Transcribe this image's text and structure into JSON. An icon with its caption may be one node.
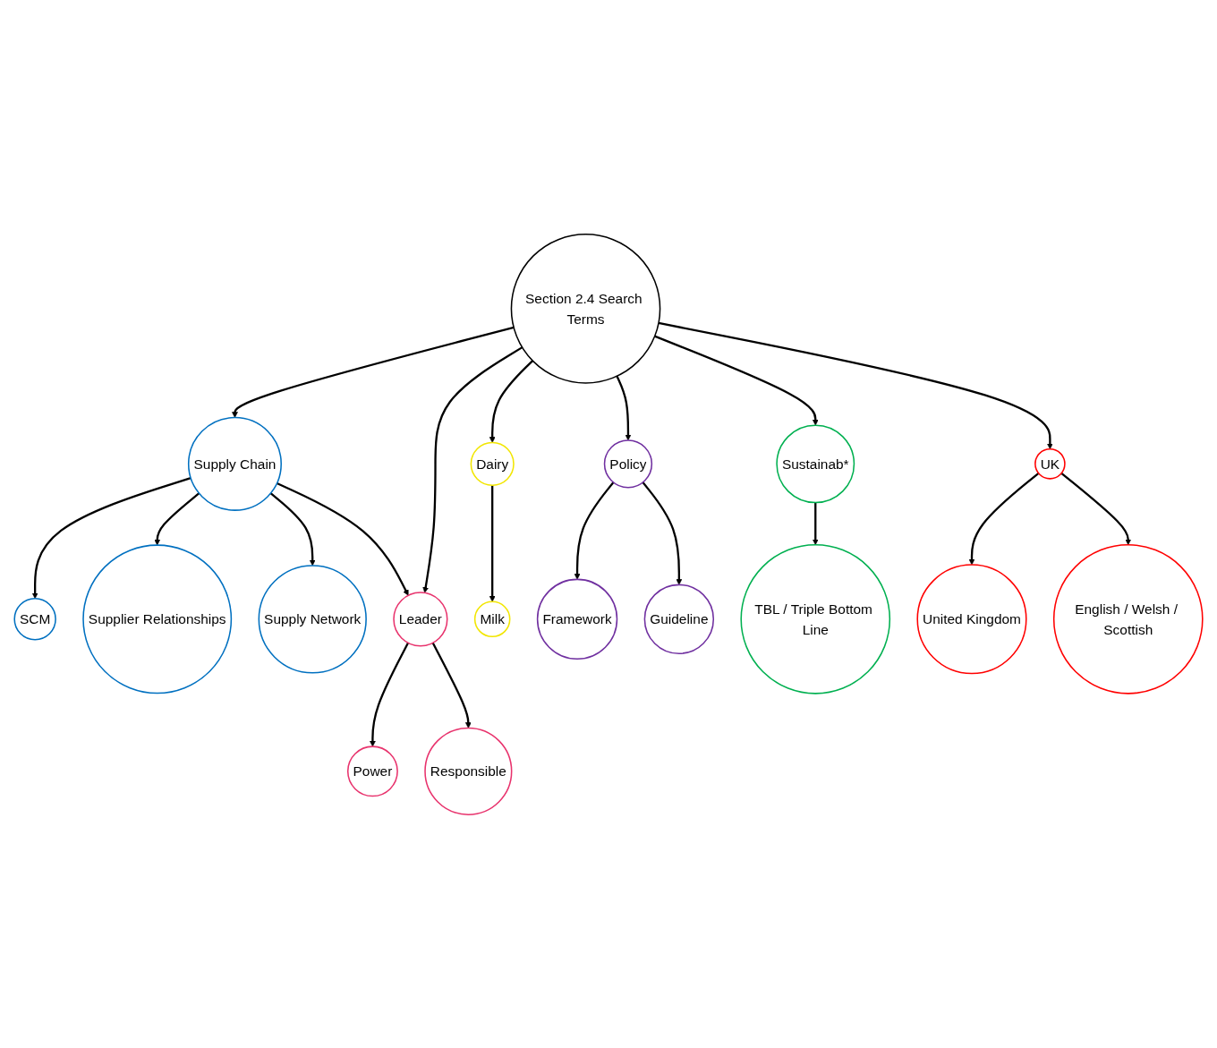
{
  "diagram": {
    "nodes": [
      {
        "text": [
          "Supplier Relationships"
        ]
      },
      {
        "text": [
          "Supply Network"
        ]
      },
      {
        "text": [
          "Power"
        ]
      },
      {
        "text": [
          "Responsible"
        ]
      },
      {
        "text": [
          "Leader"
        ]
      },
      {
        "text": [
          "Milk"
        ]
      },
      {
        "text": [
          "SCM"
        ]
      },
      {
        "text": [
          "Supply Chain"
        ]
      },
      {
        "text": [
          "Dairy"
        ]
      },
      {
        "text": [
          "Section 2.4 Search Terms"
        ]
      },
      {
        "text": [
          "Framework"
        ]
      },
      {
        "text": [
          "United Kingdom"
        ]
      },
      {
        "text": [
          "UK"
        ]
      },
      {
        "text": [
          "Policy"
        ]
      },
      {
        "text": [
          "Sustainab*"
        ]
      },
      {
        "text": [
          "Guideline"
        ]
      },
      {
        "text": [
          "English / Welsh / Scottish"
        ]
      },
      {
        "text": [
          "TBL / Triple Bottom Line"
        ]
      }
    ],
    "edges": [
      {
        "from": 9,
        "to": 7,
        "arrow": "to"
      },
      {
        "from": 9,
        "to": 4,
        "arrow": "to"
      },
      {
        "from": 9,
        "to": 8,
        "arrow": "to"
      },
      {
        "from": 9,
        "to": 13,
        "arrow": "to"
      },
      {
        "from": 9,
        "to": 14,
        "arrow": "to"
      },
      {
        "from": 9,
        "to": 12,
        "arrow": "to"
      },
      {
        "from": 7,
        "to": 6,
        "arrow": "to"
      },
      {
        "from": 7,
        "to": 0,
        "arrow": "to"
      },
      {
        "from": 7,
        "to": 1,
        "arrow": "to"
      },
      {
        "from": 7,
        "to": 4,
        "arrow": "to"
      },
      {
        "from": 4,
        "to": 2,
        "arrow": "to"
      },
      {
        "from": 4,
        "to": 3,
        "arrow": "to"
      },
      {
        "from": 8,
        "to": 5,
        "arrow": "to"
      },
      {
        "from": 13,
        "to": 10,
        "arrow": "to"
      },
      {
        "from": 13,
        "to": 15,
        "arrow": "to"
      },
      {
        "from": 12,
        "to": 11,
        "arrow": "to"
      },
      {
        "from": 12,
        "to": 16,
        "arrow": "to"
      },
      {
        "from": 14,
        "to": 17,
        "arrow": "to"
      }
    ]
  }
}
